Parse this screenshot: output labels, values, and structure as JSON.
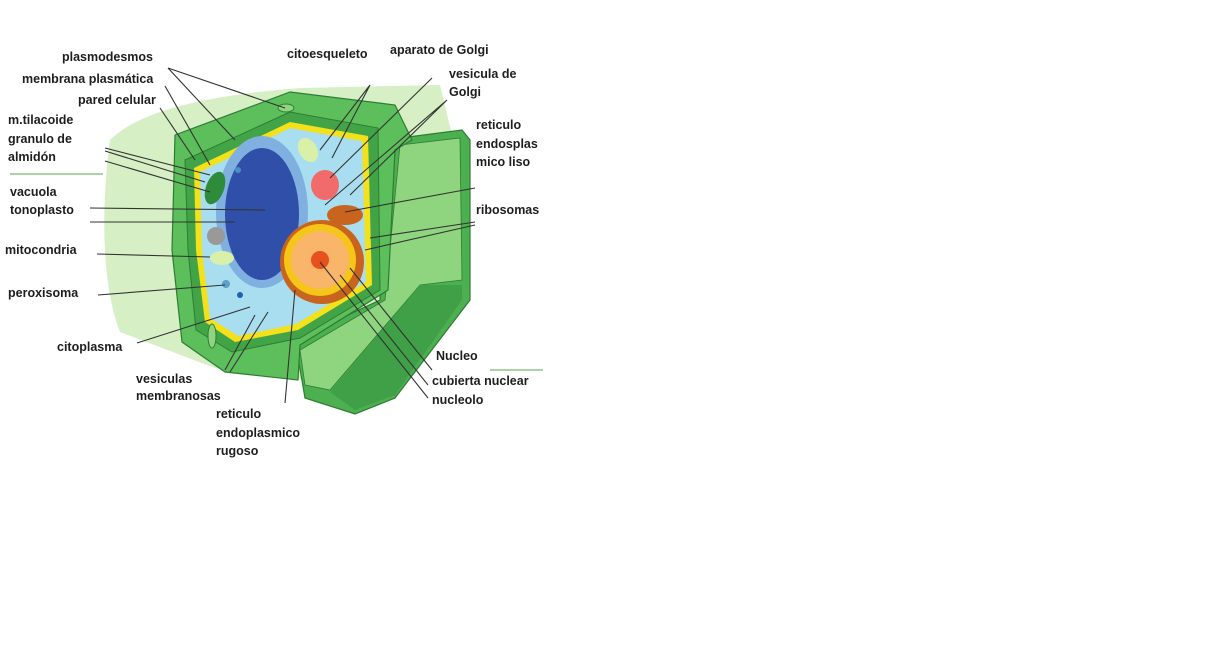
{
  "title": "Célula vegetal",
  "labels": {
    "plasmodesmos": "plasmodesmos",
    "membrana_plasmatica": "membrana plasmática",
    "pared_celular": "pared celular",
    "tilacoide_1": "m.tilacoide",
    "tilacoide_2": "granulo de",
    "tilacoide_3": "almidón",
    "vacuola": "vacuola",
    "tonoplasto": "tonoplasto",
    "mitocondria": "mitocondria",
    "peroxisoma": "peroxisoma",
    "citoplasma": "citoplasma",
    "vesiculas_1": "vesiculas",
    "vesiculas_2": "membranosas",
    "rer_1": "reticulo",
    "rer_2": "endoplasmico",
    "rer_3": "rugoso",
    "citoesqueleto": "citoesqueleto",
    "aparato_golgi": "aparato de Golgi",
    "vesicula_golgi_1": "vesicula de",
    "vesicula_golgi_2": "Golgi",
    "rel_1": "reticulo",
    "rel_2": "endosplas",
    "rel_3": "mico liso",
    "ribosomas": "ribosomas",
    "nucleo": "Nucleo",
    "cubierta_nuclear": "cubierta nuclear",
    "nucleolo": "nucleolo"
  },
  "colors": {
    "halo": "#d6efc4",
    "wall": "#4caf50",
    "wall_light": "#8fd47f",
    "membrane": "#f3e21b",
    "cytoplasm": "#a9ddf0",
    "vacuole": "#2f4fa8",
    "nucleus": "#f5a623"
  }
}
